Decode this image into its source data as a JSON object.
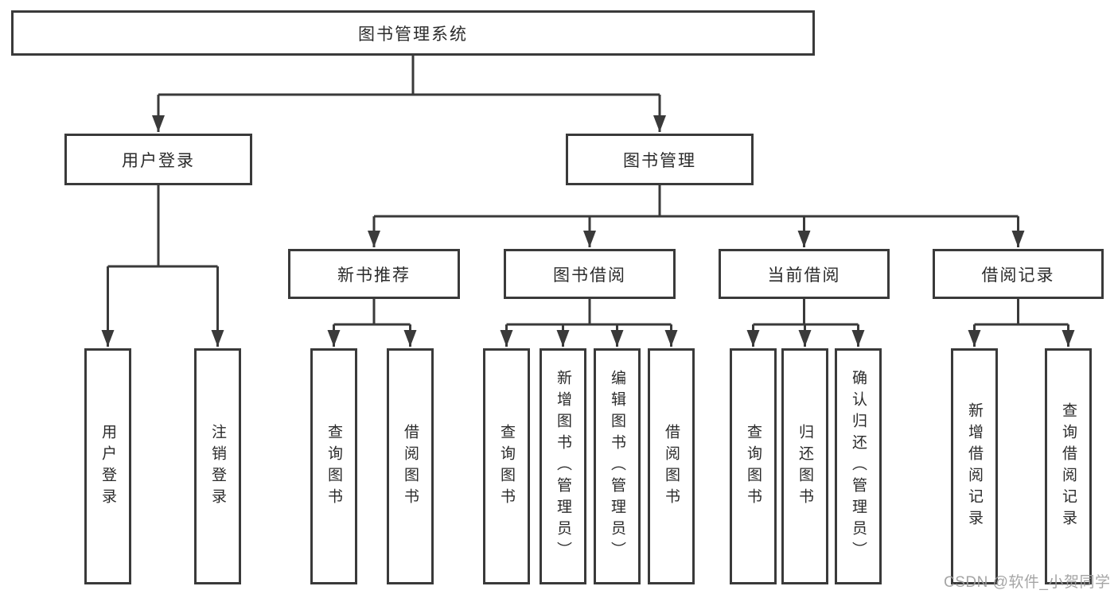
{
  "diagram": {
    "root": {
      "label": "图书管理系统"
    },
    "branches": [
      {
        "label": "用户登录",
        "children": [
          {
            "label": "用户登录"
          },
          {
            "label": "注销登录"
          }
        ]
      },
      {
        "label": "图书管理",
        "children": [
          {
            "label": "新书推荐",
            "children": [
              {
                "label": "查询图书"
              },
              {
                "label": "借阅图书"
              }
            ]
          },
          {
            "label": "图书借阅",
            "children": [
              {
                "label": "查询图书"
              },
              {
                "label": "新增图书（管理员）"
              },
              {
                "label": "编辑图书（管理员）"
              },
              {
                "label": "借阅图书"
              }
            ]
          },
          {
            "label": "当前借阅",
            "children": [
              {
                "label": "查询图书"
              },
              {
                "label": "归还图书"
              },
              {
                "label": "确认归还（管理员）"
              }
            ]
          },
          {
            "label": "借阅记录",
            "children": [
              {
                "label": "新增借阅记录"
              },
              {
                "label": "查询借阅记录"
              }
            ]
          }
        ]
      }
    ],
    "watermark": "CSDN @软件_小贺同学",
    "colors": {
      "line": "#3a3a3a",
      "text": "#2b2b2b",
      "watermark": "#9e9e9e",
      "background": "#ffffff"
    }
  }
}
